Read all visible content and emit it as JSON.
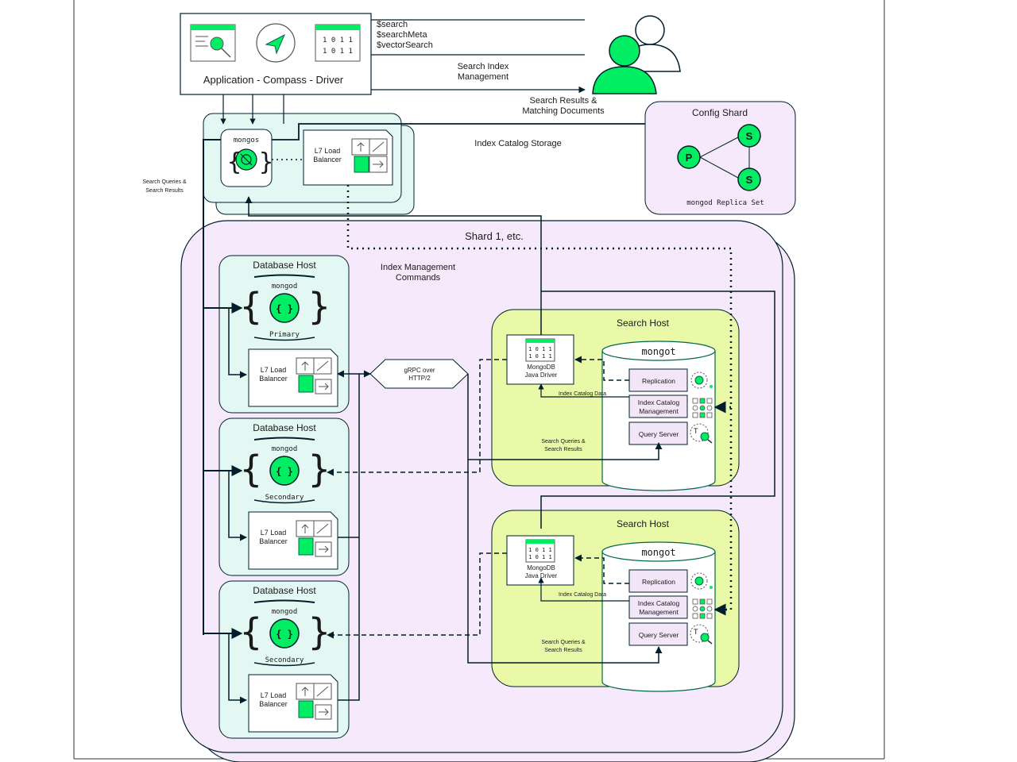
{
  "client": {
    "label": "Application - Compass - Driver",
    "icons": [
      "browser-search-icon",
      "send-arrow-icon",
      "binary-doc-icon"
    ]
  },
  "operations": [
    "$search",
    "$searchMeta",
    "$vectorSearch"
  ],
  "flow_labels": {
    "search_index_management": [
      "Search Index",
      "Management"
    ],
    "search_results": [
      "Search Results &",
      "Matching Documents"
    ],
    "index_catalog_storage": "Index Catalog Storage",
    "search_queries_left": [
      "Search Queries &",
      "Search Results"
    ],
    "index_management_commands": [
      "Index Management",
      "Commands"
    ],
    "grpc": [
      "gRPC over",
      "HTTP/2"
    ]
  },
  "router": {
    "mongos_label": "mongos",
    "lb_label": [
      "L7 Load",
      "Balancer"
    ]
  },
  "config_shard": {
    "title": "Config Shard",
    "primary": "P",
    "secondary": "S",
    "replica_label": "mongod Replica Set"
  },
  "shard": {
    "title": "Shard 1, etc."
  },
  "db_hosts": [
    {
      "title": "Database Host",
      "process": "mongod",
      "role": "Primary",
      "lb_label": [
        "L7 Load",
        "Balancer"
      ]
    },
    {
      "title": "Database Host",
      "process": "mongod",
      "role": "Secondary",
      "lb_label": [
        "L7 Load",
        "Balancer"
      ]
    },
    {
      "title": "Database Host",
      "process": "mongod",
      "role": "Secondary",
      "lb_label": [
        "L7 Load",
        "Balancer"
      ]
    }
  ],
  "search_hosts": [
    {
      "title": "Search Host",
      "driver_label": [
        "MongoDB",
        "Java Driver"
      ],
      "mongot_label": "mongot",
      "modules": [
        "Replication",
        "Index Catalog Management",
        "Query Server"
      ],
      "catalog_data_label": "Index Catalog Data",
      "queries_label": [
        "Search Queries &",
        "Search Results"
      ]
    },
    {
      "title": "Search Host",
      "driver_label": [
        "MongoDB",
        "Java Driver"
      ],
      "mongot_label": "mongot",
      "modules": [
        "Replication",
        "Index Catalog Management",
        "Query Server"
      ],
      "catalog_data_label": "Index Catalog Data",
      "queries_label": [
        "Search Queries &",
        "Search Results"
      ]
    }
  ],
  "colors": {
    "green": "#00ED64",
    "dark_green": "#00684A",
    "teal_bg": "#E3F7F3",
    "lavender_bg": "#F6E9FB",
    "lime_bg": "#E9F9A8",
    "module_bg": "#F3E6F8",
    "ink": "#001E2B"
  }
}
